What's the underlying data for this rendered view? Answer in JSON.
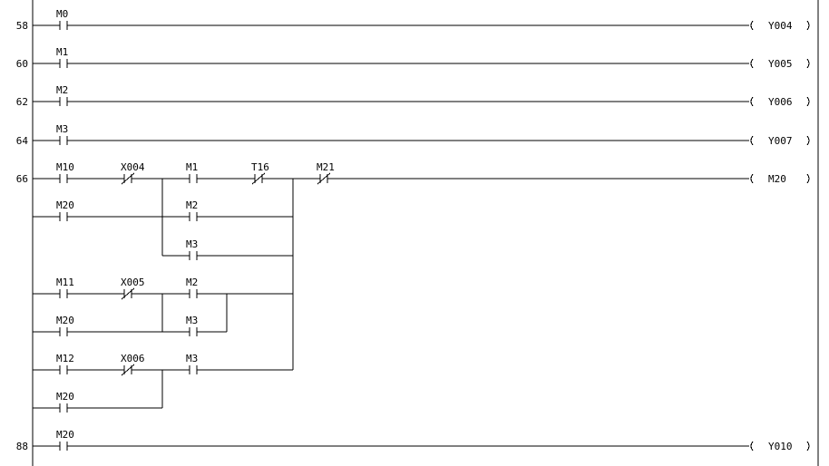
{
  "rails": {
    "left": true,
    "right": true
  },
  "rungs": [
    {
      "step": "58",
      "coil": "Y004",
      "contacts": [
        {
          "label": "M0",
          "type": "NO"
        }
      ]
    },
    {
      "step": "60",
      "coil": "Y005",
      "contacts": [
        {
          "label": "M1",
          "type": "NO"
        }
      ]
    },
    {
      "step": "62",
      "coil": "Y006",
      "contacts": [
        {
          "label": "M2",
          "type": "NO"
        }
      ]
    },
    {
      "step": "64",
      "coil": "Y007",
      "contacts": [
        {
          "label": "M3",
          "type": "NO"
        }
      ]
    },
    {
      "step": "66",
      "coil": "M20",
      "contacts": [
        {
          "label": "M10",
          "type": "NO"
        },
        {
          "label": "X004",
          "type": "NC"
        },
        {
          "label": "M1",
          "type": "NO"
        },
        {
          "label": "T16",
          "type": "NC"
        },
        {
          "label": "M21",
          "type": "NC"
        },
        {
          "label": "M20",
          "type": "NO"
        },
        {
          "label": "M2",
          "type": "NO"
        },
        {
          "label": "M3",
          "type": "NO"
        },
        {
          "label": "M11",
          "type": "NO"
        },
        {
          "label": "X005",
          "type": "NC"
        },
        {
          "label": "M2",
          "type": "NO"
        },
        {
          "label": "M20",
          "type": "NO"
        },
        {
          "label": "M3",
          "type": "NO"
        },
        {
          "label": "M12",
          "type": "NO"
        },
        {
          "label": "X006",
          "type": "NC"
        },
        {
          "label": "M3",
          "type": "NO"
        },
        {
          "label": "M20",
          "type": "NO"
        }
      ]
    },
    {
      "step": "88",
      "coil": "Y010",
      "contacts": [
        {
          "label": "M20",
          "type": "NO"
        }
      ]
    }
  ]
}
